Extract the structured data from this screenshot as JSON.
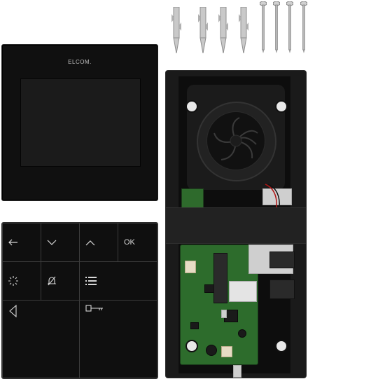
{
  "monitor": {
    "brand_label": "ELCOM."
  },
  "keypad": {
    "keys": [
      {
        "id": "back",
        "icon": "arrow-left-icon"
      },
      {
        "id": "down",
        "icon": "chevron-down-icon"
      },
      {
        "id": "up",
        "icon": "chevron-up-icon"
      },
      {
        "id": "ok",
        "label": "OK"
      },
      {
        "id": "light",
        "icon": "light-icon"
      },
      {
        "id": "mute",
        "icon": "bell-mute-icon"
      },
      {
        "id": "menu",
        "icon": "menu-icon"
      },
      {
        "id": "speaker",
        "icon": "speaker-icon"
      },
      {
        "id": "door",
        "icon": "key-icon"
      }
    ]
  },
  "colors": {
    "device_black": "#101010",
    "key_border": "#3b3b3b",
    "pcb_green": "#2d6c2c",
    "hardware_gray": "#b8b8b8"
  }
}
